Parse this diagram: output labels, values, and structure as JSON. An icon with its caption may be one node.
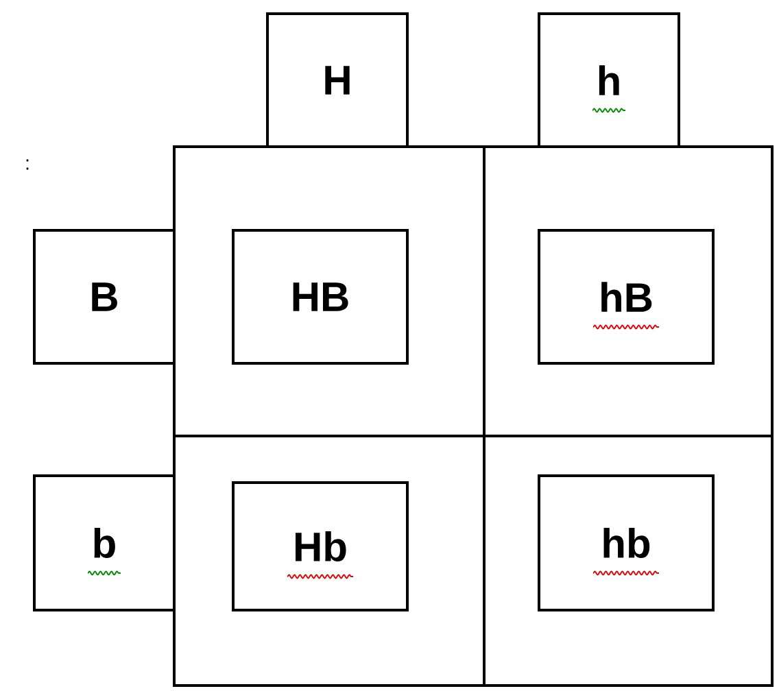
{
  "diagram": {
    "nodes": [
      {
        "text": [
          "H"
        ]
      },
      {
        "text": [
          "h"
        ]
      },
      {
        "text": [
          "B"
        ]
      },
      {
        "text": [
          "HB"
        ]
      },
      {
        "text": [
          "hB"
        ]
      },
      {
        "text": [
          "b"
        ]
      },
      {
        "text": [
          "Hb"
        ]
      },
      {
        "text": [
          "hb"
        ]
      }
    ],
    "labels": [
      ":"
    ]
  }
}
